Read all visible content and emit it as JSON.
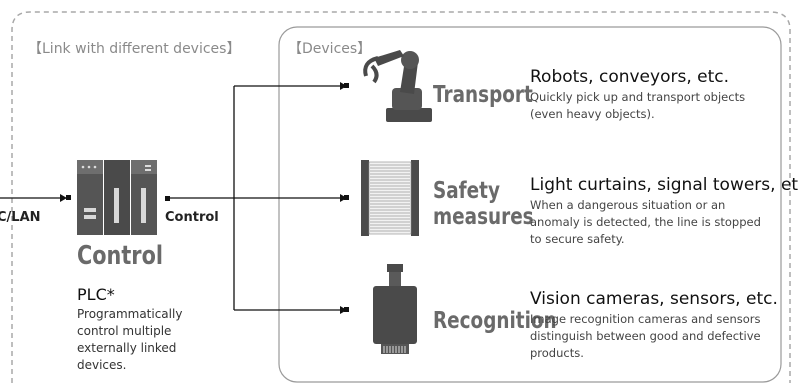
{
  "header": {
    "link_label": "【Link with different devices】",
    "devices_label": "【Devices】"
  },
  "left_input_label": "C/LAN",
  "control": {
    "heading": "Control",
    "connector_label": "Control",
    "device_name": "PLC*",
    "description": [
      "Programmatically",
      "control multiple",
      "externally linked",
      "devices."
    ]
  },
  "devices": [
    {
      "category": "Transport",
      "title": "Robots, conveyors, etc.",
      "description": [
        "Quickly pick up and transport objects",
        "(even heavy objects)."
      ],
      "icon": "robot-arm-icon"
    },
    {
      "category_lines": [
        "Safety",
        "measures"
      ],
      "title": "Light curtains, signal towers, etc.",
      "description": [
        "When a dangerous situation or an",
        "anomaly is detected, the line is stopped",
        "to secure safety."
      ],
      "icon": "light-curtain-icon"
    },
    {
      "category": "Recognition",
      "title": "Vision cameras, sensors, etc.",
      "description": [
        "Image recognition cameras and sensors",
        "distinguish between good and defective",
        "products."
      ],
      "icon": "vision-camera-icon"
    }
  ],
  "colors": {
    "border_dashed": "#a0a0a0",
    "devices_box": "#9a9a9a",
    "icon_dark": "#4a4a4a",
    "category_text": "#6a6a6a",
    "plc_green": "#2bbf6a"
  }
}
